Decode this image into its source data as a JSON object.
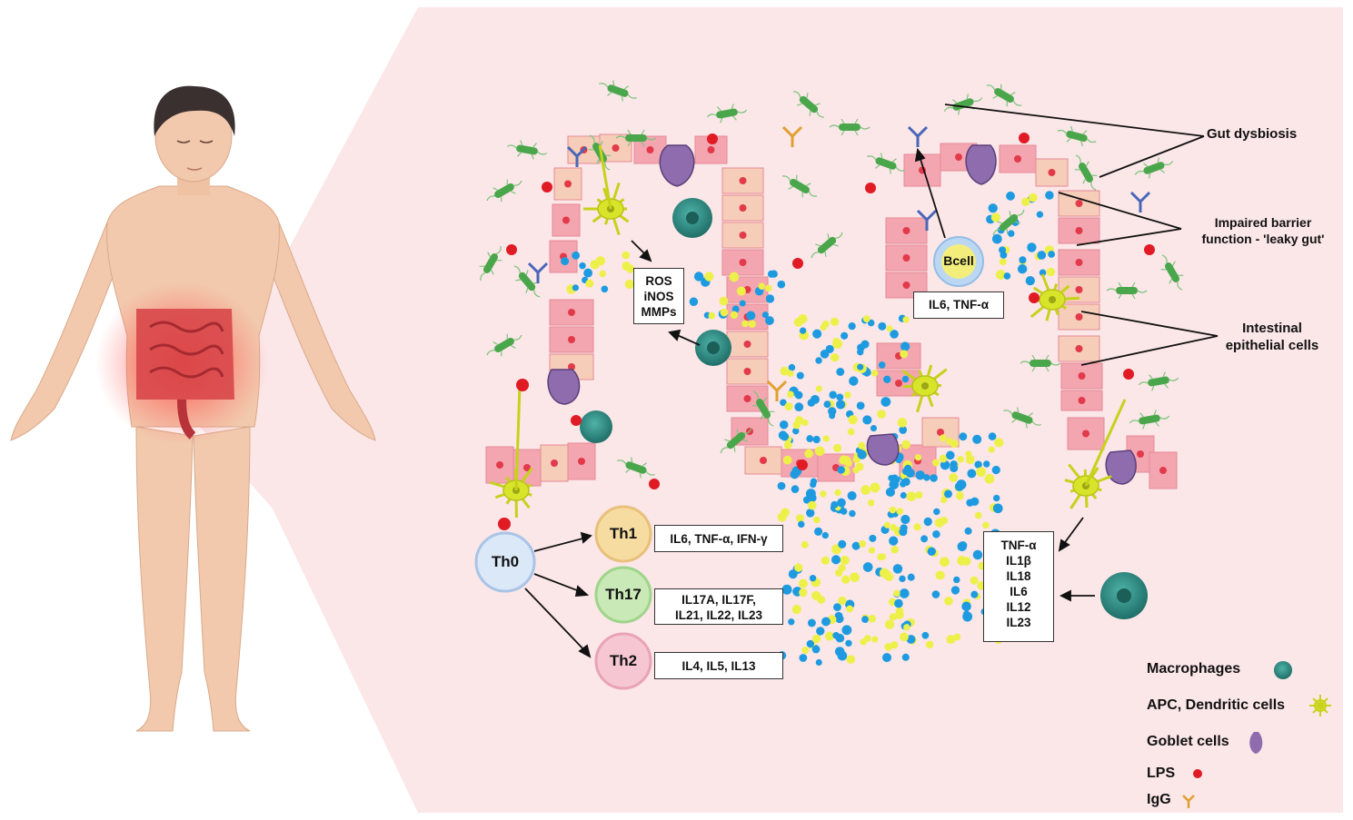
{
  "labels": {
    "gut_dysbiosis": "Gut dysbiosis",
    "impaired_barrier": [
      "Impaired barrier",
      "function - 'leaky gut'"
    ],
    "epithelial": [
      "Intestinal",
      "epithelial cells"
    ]
  },
  "boxes": {
    "ros": [
      "ROS",
      "iNOS",
      "MMPs"
    ],
    "bcell_cytokines": "IL6, TNF-α",
    "th1_cytokines": "IL6, TNF-α, IFN-γ",
    "th17_cytokines": [
      "IL17A, IL17F,",
      "IL21, IL22, IL23"
    ],
    "th2_cytokines": "IL4, IL5, IL13",
    "macro_cytokines": [
      "TNF-α",
      "IL1β",
      "IL18",
      "IL6",
      "IL12",
      "IL23"
    ]
  },
  "cells": {
    "bcell": "Bcell",
    "th0": "Th0",
    "th1": "Th1",
    "th17": "Th17",
    "th2": "Th2"
  },
  "legend": [
    {
      "label": "Macrophages",
      "icon": "macrophage-icon"
    },
    {
      "label": "APC, Dendritic cells",
      "icon": "dendritic-cell-icon"
    },
    {
      "label": "Goblet cells",
      "icon": "goblet-cell-icon"
    },
    {
      "label": "LPS",
      "icon": "lps-dot-icon"
    },
    {
      "label": "IgG",
      "icon": "igg-antibody-icon"
    }
  ],
  "colors": {
    "background_panel": "#fbe6e8",
    "epithelial_pink": "#f3a6b0",
    "epithelial_peach": "#f6cdb8",
    "nucleus": "#e23a4a",
    "goblet": "#8e6cae",
    "macrophage": "#2f8f86",
    "dendritic": "#d8e42a",
    "lps": "#e01b24",
    "bacteria": "#4aa64a",
    "cytokine_blue": "#1e9be0",
    "cytokine_yellow": "#eef04a",
    "th1": "#f6dca0",
    "th17": "#c9e9b6",
    "th2": "#f6c7d3",
    "th0": "#dbe8f7",
    "bcell_ring": "#bcd7f2",
    "bcell_core": "#f3ee7c"
  }
}
